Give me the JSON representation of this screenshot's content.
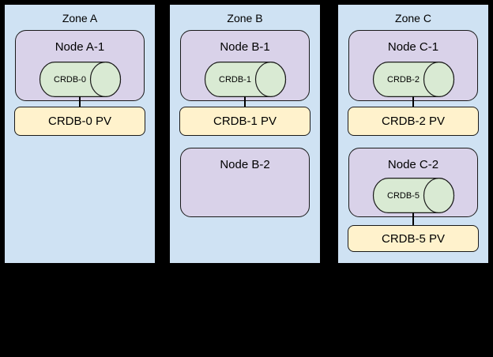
{
  "colors": {
    "background": "#000000",
    "zone_fill": "#cfe2f3",
    "node_fill": "#d9d2e9",
    "database_fill": "#d9ead3",
    "pv_fill": "#fff2cc",
    "border": "#000000"
  },
  "zones": [
    {
      "label": "Zone A",
      "rows": [
        {
          "node": {
            "label": "Node A-1",
            "db": {
              "label": "CRDB-0"
            }
          },
          "pv": {
            "label": "CRDB-0 PV"
          }
        }
      ]
    },
    {
      "label": "Zone B",
      "rows": [
        {
          "node": {
            "label": "Node B-1",
            "db": {
              "label": "CRDB-1"
            }
          },
          "pv": {
            "label": "CRDB-1 PV"
          }
        },
        {
          "node": {
            "label": "Node B-2"
          }
        }
      ]
    },
    {
      "label": "Zone C",
      "rows": [
        {
          "node": {
            "label": "Node C-1",
            "db": {
              "label": "CRDB-2"
            }
          },
          "pv": {
            "label": "CRDB-2 PV"
          }
        },
        {
          "node": {
            "label": "Node C-2",
            "db": {
              "label": "CRDB-5"
            }
          },
          "pv": {
            "label": "CRDB-5 PV"
          }
        }
      ]
    }
  ]
}
